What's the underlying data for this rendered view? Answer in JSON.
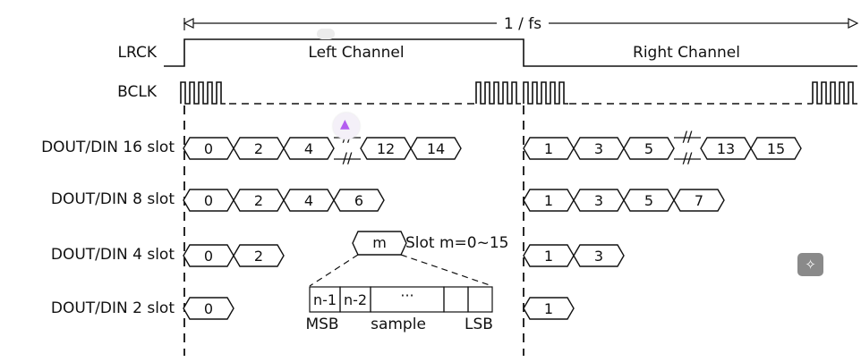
{
  "period_label": "1 / fs",
  "signals": {
    "lrck": "LRCK",
    "bclk": "BCLK",
    "slot16": "DOUT/DIN 16 slot",
    "slot8": "DOUT/DIN 8 slot",
    "slot4": "DOUT/DIN 4 slot",
    "slot2": "DOUT/DIN 2 slot"
  },
  "channels": {
    "left": "Left Channel",
    "right": "Right Channel"
  },
  "slots": {
    "s16_left": [
      "0",
      "2",
      "4",
      "12",
      "14"
    ],
    "s16_right": [
      "1",
      "3",
      "5",
      "13",
      "15"
    ],
    "s8_left": [
      "0",
      "2",
      "4",
      "6"
    ],
    "s8_right": [
      "1",
      "3",
      "5",
      "7"
    ],
    "s4_left": [
      "0",
      "2"
    ],
    "s4_right": [
      "1",
      "3"
    ],
    "s2_left": [
      "0"
    ],
    "s2_right": [
      "1"
    ],
    "break_mark": "//"
  },
  "slot_detail": {
    "cell": "m",
    "caption": "Slot m=0~15",
    "bits": [
      "n-1",
      "n-2",
      "···",
      "",
      ""
    ],
    "msb": "MSB",
    "sample": "sample",
    "lsb": "LSB"
  },
  "icons": {
    "magic": "magic-wand-icon",
    "logo": "app-logo-icon"
  }
}
